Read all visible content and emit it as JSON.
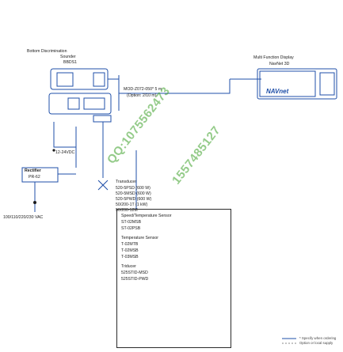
{
  "sounder": {
    "title_line1": "Bottom Discrimination",
    "title_line2": "Sounder",
    "model": "BBDS1"
  },
  "display": {
    "title_line1": "Multi Function Display",
    "title_line2": "NavNet 3D",
    "brand_text": "NAVnet"
  },
  "cable": {
    "model": "MOD-Z072-050* 5 m",
    "option": "(Option: 2/10 m)"
  },
  "power": {
    "dc_label": "12-24VDC",
    "rectifier_title": "Rectifier",
    "rectifier_model": "PR-62",
    "ac_label": "100/110/220/230 VAC"
  },
  "transducers": {
    "title": "Transducer",
    "items": [
      "520-5PSD (600 W)",
      "520-5MSD (600 W)",
      "520-5PWD (600 W)",
      "50/200-1T (1 kW)",
      "50/200-12M"
    ]
  },
  "sensors": {
    "items": [
      {
        "text": "Speed/Temperature Sensor",
        "style": "heading"
      },
      {
        "text": "ST-02MSB",
        "style": "item"
      },
      {
        "text": "ST-02PSB",
        "style": "item"
      },
      {
        "text": "Temperature Sensor",
        "style": "heading"
      },
      {
        "text": "T-02MTB",
        "style": "item"
      },
      {
        "text": "T-02MSB",
        "style": "item"
      },
      {
        "text": "T-03MSB",
        "style": "item"
      },
      {
        "text": "Triducer",
        "style": "heading"
      },
      {
        "text": "525STID-MSD",
        "style": "item"
      },
      {
        "text": "525STID-PWD",
        "style": "item"
      }
    ]
  },
  "legend": {
    "note1": "* Specify when ordering",
    "note2": "Option or local supply"
  },
  "watermark": {
    "line1": "QQ:1075562473",
    "line2": "1557485127"
  },
  "colors": {
    "line": "#1f4fa8",
    "watermark": "#3ca028"
  }
}
